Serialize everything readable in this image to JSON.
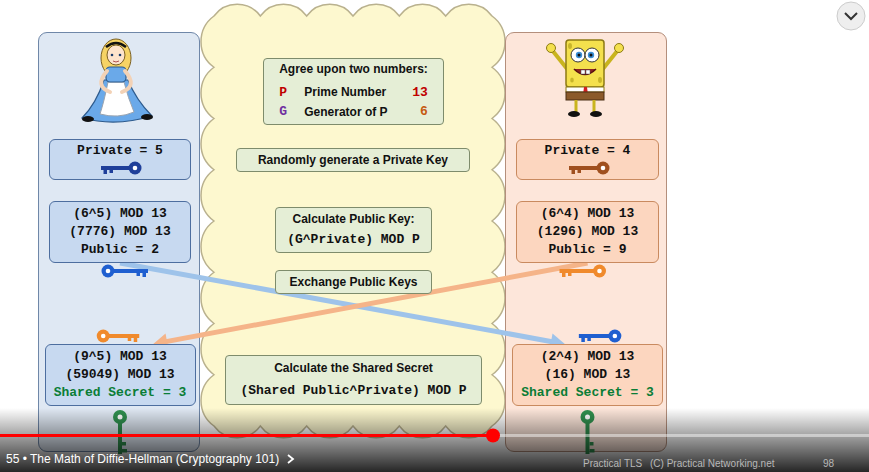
{
  "diagram": {
    "nodes": [
      {
        "text": []
      },
      {
        "text": [
          "Private = 5"
        ],
        "in": 0
      },
      {
        "text": [
          "(6^5) MOD 13",
          "(7776) MOD 13",
          "Public = 2"
        ],
        "in": 0
      },
      {
        "text": [
          "(9^5) MOD 13",
          "(59049) MOD 13",
          "Shared Secret = 3"
        ],
        "in": 0
      },
      {
        "text": []
      },
      {
        "text": [
          "Agree upon two numbers:",
          "P",
          "Prime Number",
          "13",
          "G",
          "Generator of P",
          "6"
        ],
        "in": 4
      },
      {
        "text": [
          "Randomly generate a Private Key"
        ],
        "in": 4
      },
      {
        "text": [
          "Calculate Public Key:",
          "(G^Private) MOD P"
        ],
        "in": 4
      },
      {
        "text": [
          "Exchange Public Keys"
        ],
        "in": 4
      },
      {
        "text": [
          "Calculate the Shared Secret",
          "(Shared Public^Private) MOD P"
        ],
        "in": 4
      },
      {
        "text": []
      },
      {
        "text": [
          "Private = 4"
        ],
        "in": 10
      },
      {
        "text": [
          "(6^4) MOD 13",
          "(1296) MOD 13",
          "Public = 9"
        ],
        "in": 10
      },
      {
        "text": [
          "(2^4) MOD 13",
          "(16) MOD 13",
          "Shared Secret = 3"
        ],
        "in": 10
      }
    ],
    "edges": [
      {
        "from": 2,
        "to": 13,
        "arrow": "to"
      },
      {
        "from": 12,
        "to": 3,
        "arrow": "to"
      }
    ],
    "labels": [
      "55 • The Math of Diffie-Hellman (Cryptography 101)",
      "Practical TLS",
      "(C) Practical Networking.net",
      "98"
    ]
  }
}
